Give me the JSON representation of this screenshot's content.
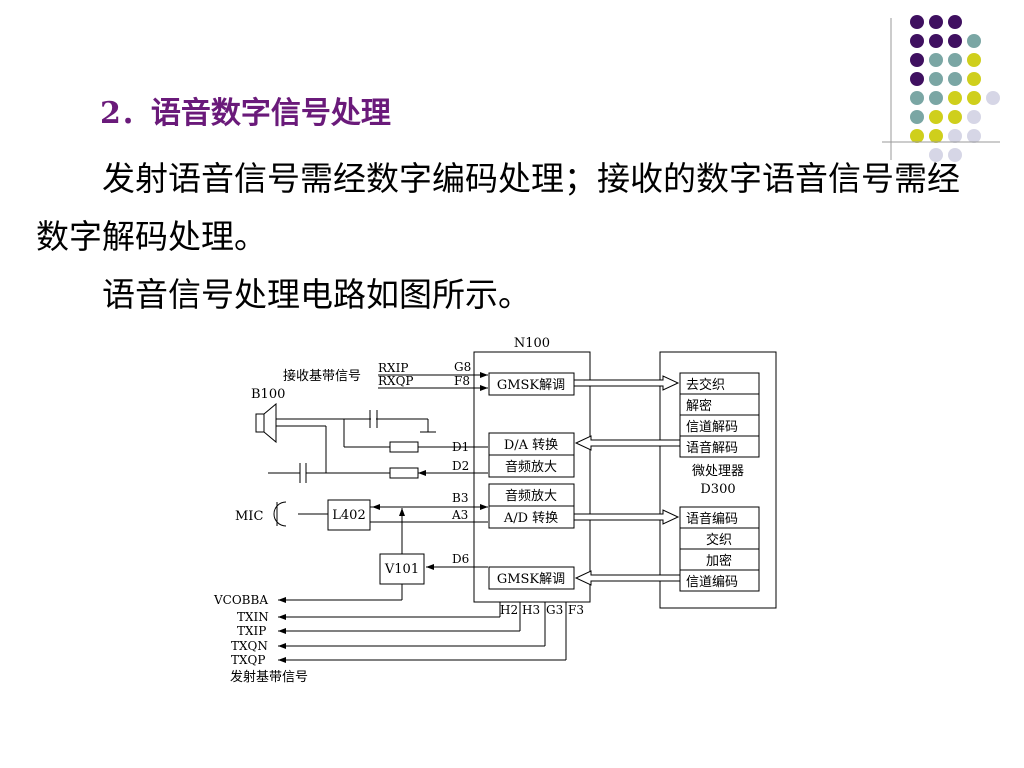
{
  "slide": {
    "heading": "2．语音数字信号处理",
    "paragraph1": "发射语音信号需经数字编码处理；接收的数字语音信号需经数字解码处理。",
    "paragraph2": "语音信号处理电路如图所示。"
  },
  "decoration": {
    "dot_colors": [
      "#3f1060",
      "#7aa6a4",
      "#cfcf1c",
      "#d6d6e6"
    ]
  },
  "diagram": {
    "chip_n100": "N100",
    "processor_title": "微处理器",
    "processor_id": "D300",
    "rx_label": "接收基带信号",
    "rxip": "RXIP",
    "rxqp": "RXQP",
    "pins": {
      "g8": "G8",
      "f8": "F8",
      "d1": "D1",
      "d2": "D2",
      "b3": "B3",
      "a3": "A3",
      "d6": "D6",
      "h2": "H2",
      "h3": "H3",
      "g3": "G3",
      "f3": "F3"
    },
    "n100_blocks": {
      "gmsk_demod": "GMSK解调",
      "da": "D/A 转换",
      "amp_out": "音频放大",
      "amp_in": "音频放大",
      "ad": "A/D 转换",
      "gmsk_mod": "GMSK解调"
    },
    "d300_rx": [
      "去交织",
      "解密",
      "信道解码",
      "语音解码"
    ],
    "d300_tx": [
      "语音编码",
      "交织",
      "加密",
      "信道编码"
    ],
    "speaker": "B100",
    "mic": "MIC",
    "l402": "L402",
    "v101": "V101",
    "vcobba": "VCOBBA",
    "tx_signals": [
      "TXIN",
      "TXIP",
      "TXQN",
      "TXQP"
    ],
    "tx_label": "发射基带信号"
  }
}
